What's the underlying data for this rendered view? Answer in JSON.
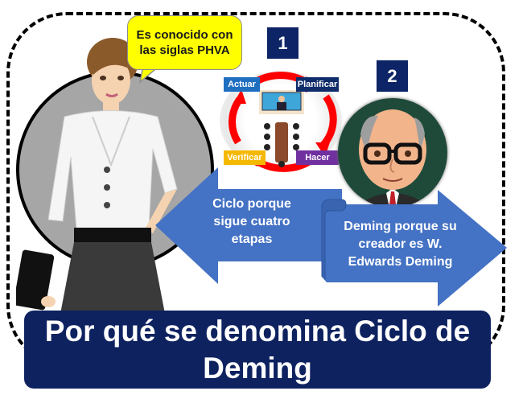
{
  "speech_bubble": {
    "text": "Es conocido con las siglas PHVA",
    "bg_color": "#ffff00"
  },
  "step_badges": [
    {
      "number": "1"
    },
    {
      "number": "2"
    }
  ],
  "pdca_cycle": {
    "labels": [
      {
        "text": "Actuar",
        "color": "#1f6fc0"
      },
      {
        "text": "Planificar",
        "color": "#0f2d6b"
      },
      {
        "text": "Verificar",
        "color": "#f5b800"
      },
      {
        "text": "Hacer",
        "color": "#7030a0"
      }
    ],
    "arrow_color": "#ff0000"
  },
  "left_arrow": {
    "text": "Ciclo porque sigue cuatro etapas",
    "color": "#4472c4"
  },
  "right_arrow": {
    "text": "Deming porque su creador es W. Edwards Deming",
    "color": "#4472c4"
  },
  "title": {
    "text": "Por qué se denomina Ciclo de Deming",
    "bg_color": "#0e2260"
  },
  "icons": [
    "businesswoman-illustration",
    "meeting-room-illustration",
    "deming-avatar",
    "cycle-arrows-icon"
  ]
}
